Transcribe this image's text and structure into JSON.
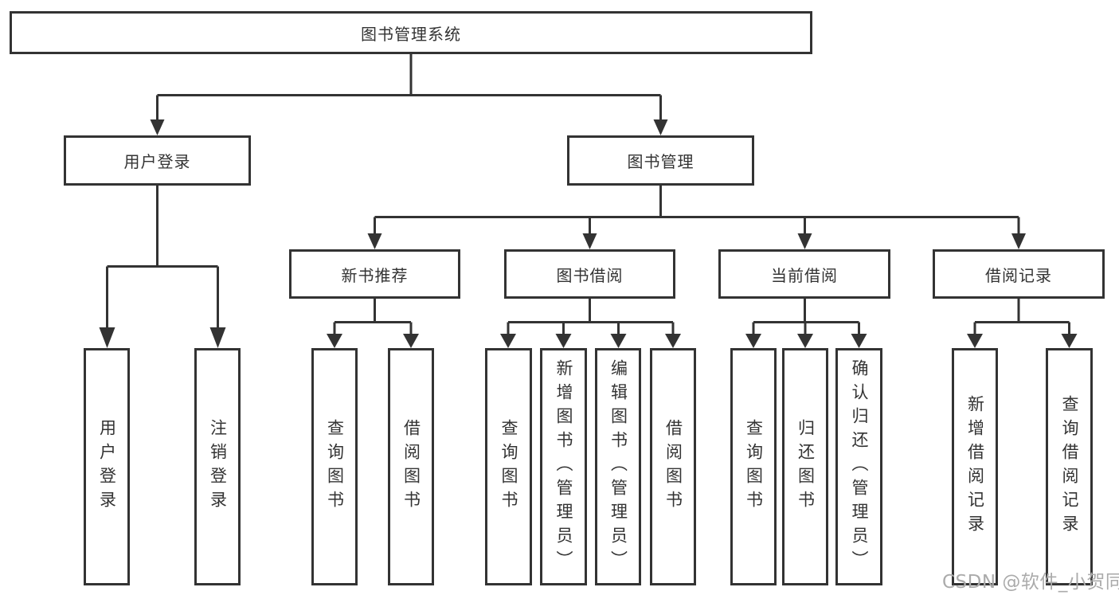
{
  "diagram": {
    "root": {
      "label": "图书管理系统"
    },
    "branches": [
      {
        "label": "用户登录",
        "children": [
          {
            "label": "用户登录"
          },
          {
            "label": "注销登录"
          }
        ]
      },
      {
        "label": "图书管理",
        "children": [
          {
            "label": "新书推荐",
            "children": [
              {
                "label": "查询图书"
              },
              {
                "label": "借阅图书"
              }
            ]
          },
          {
            "label": "图书借阅",
            "children": [
              {
                "label": "查询图书"
              },
              {
                "label": "新增图书（管理员）"
              },
              {
                "label": "编辑图书（管理员）"
              },
              {
                "label": "借阅图书"
              }
            ]
          },
          {
            "label": "当前借阅",
            "children": [
              {
                "label": "查询图书"
              },
              {
                "label": "归还图书"
              },
              {
                "label": "确认归还（管理员）"
              }
            ]
          },
          {
            "label": "借阅记录",
            "children": [
              {
                "label": "新增借阅记录"
              },
              {
                "label": "查询借阅记录"
              }
            ]
          }
        ]
      }
    ],
    "watermark": "CSDN @软件_小贺同学",
    "colors": {
      "line": "#333333",
      "text": "#333333",
      "background": "#ffffff",
      "watermark": "#ababab"
    }
  }
}
